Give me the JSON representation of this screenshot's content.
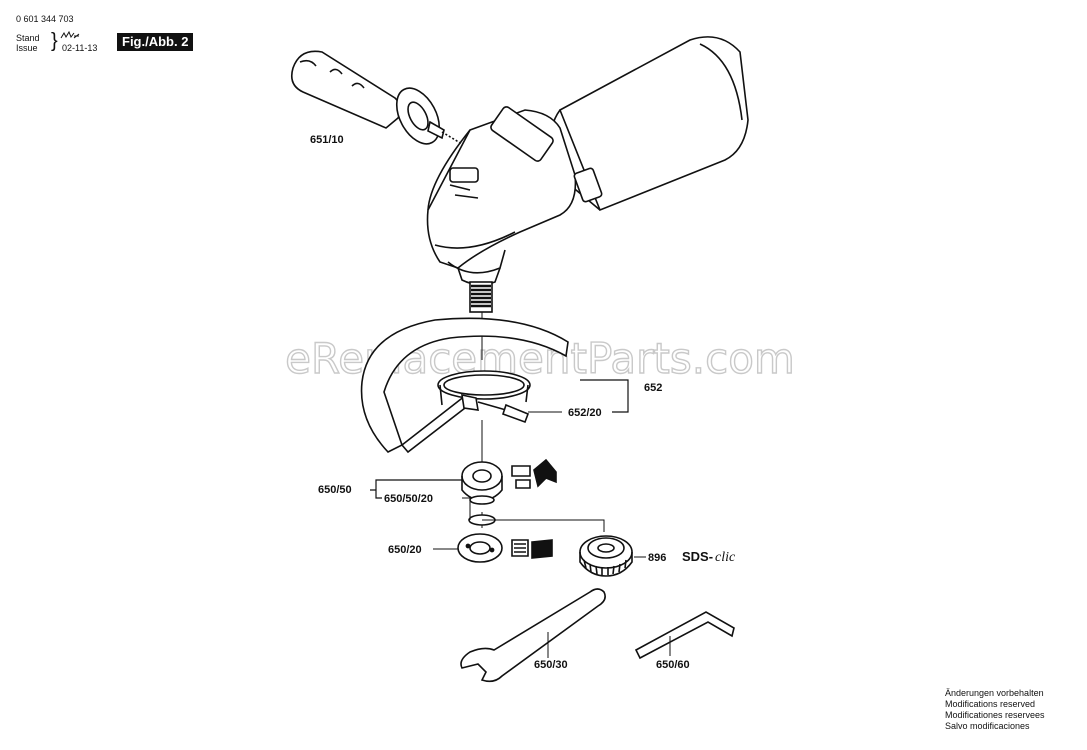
{
  "header": {
    "document_number": "0 601 344 703",
    "stand_label": "Stand",
    "issue_label": "Issue",
    "issue_date": "02-11-13",
    "figure_label": "Fig./Abb. 2"
  },
  "watermark": "eReplacementParts.com",
  "parts": {
    "handle": "651/10",
    "guard_assembly": "652",
    "guard_screw": "652/20",
    "flange_assembly": "650/50",
    "o_ring": "650/50/20",
    "clamping_nut": "650/20",
    "quick_nut": "896",
    "sds_prefix": "SDS-",
    "sds_suffix": "clic",
    "spanner": "650/30",
    "hex_key": "650/60"
  },
  "disclaimer": [
    "Änderungen vorbehalten",
    "Modifications reserved",
    "Modificationes reservees",
    "Salvo modificaciones"
  ]
}
